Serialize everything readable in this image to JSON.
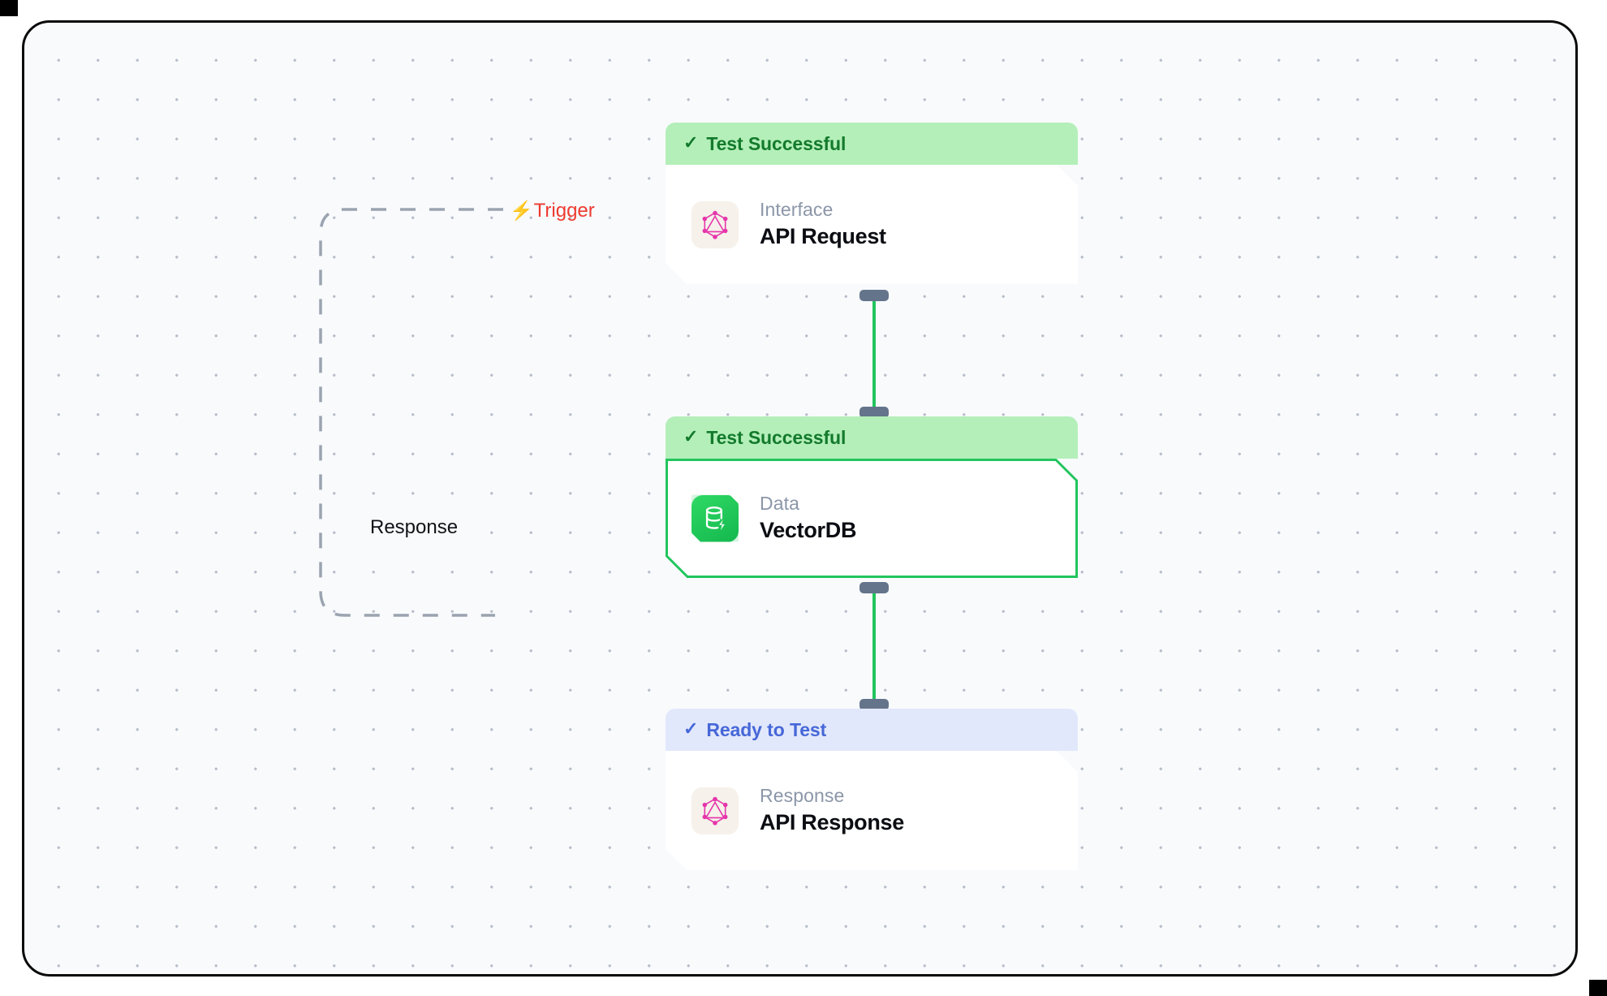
{
  "canvas": {
    "background_color": "#f8fafc",
    "border_color": "#0a0a0a",
    "grid": "dot-grid"
  },
  "edges": [
    {
      "id": "trigger-edge",
      "label": "Trigger",
      "icon": "lightning-bolt-icon",
      "color": "#ee3b30",
      "style": "dashed"
    },
    {
      "id": "response-edge",
      "label": "Response",
      "color": "#111318",
      "style": "dashed"
    },
    {
      "id": "request-to-data",
      "label": "",
      "color": "#22c55e",
      "style": "solid"
    },
    {
      "id": "data-to-response",
      "label": "",
      "color": "#22c55e",
      "style": "solid"
    }
  ],
  "nodes": [
    {
      "id": "api-request",
      "status": "Test Successful",
      "status_type": "success",
      "status_bg": "#b4efb9",
      "status_color": "#137a2c",
      "check_glyph": "✓",
      "kind": "Interface",
      "title": "API Request",
      "icon": "graphql-icon",
      "selected": false
    },
    {
      "id": "vectordb",
      "status": "Test Successful",
      "status_type": "success",
      "status_bg": "#b4efb9",
      "status_color": "#137a2c",
      "check_glyph": "✓",
      "kind": "Data",
      "title": "VectorDB",
      "icon": "database-lightning-icon",
      "selected": true
    },
    {
      "id": "api-response",
      "status": "Ready to Test",
      "status_type": "ready",
      "status_bg": "#e2e8fb",
      "status_color": "#4667d8",
      "check_glyph": "✓",
      "kind": "Response",
      "title": "API Response",
      "icon": "graphql-icon",
      "selected": false
    }
  ]
}
